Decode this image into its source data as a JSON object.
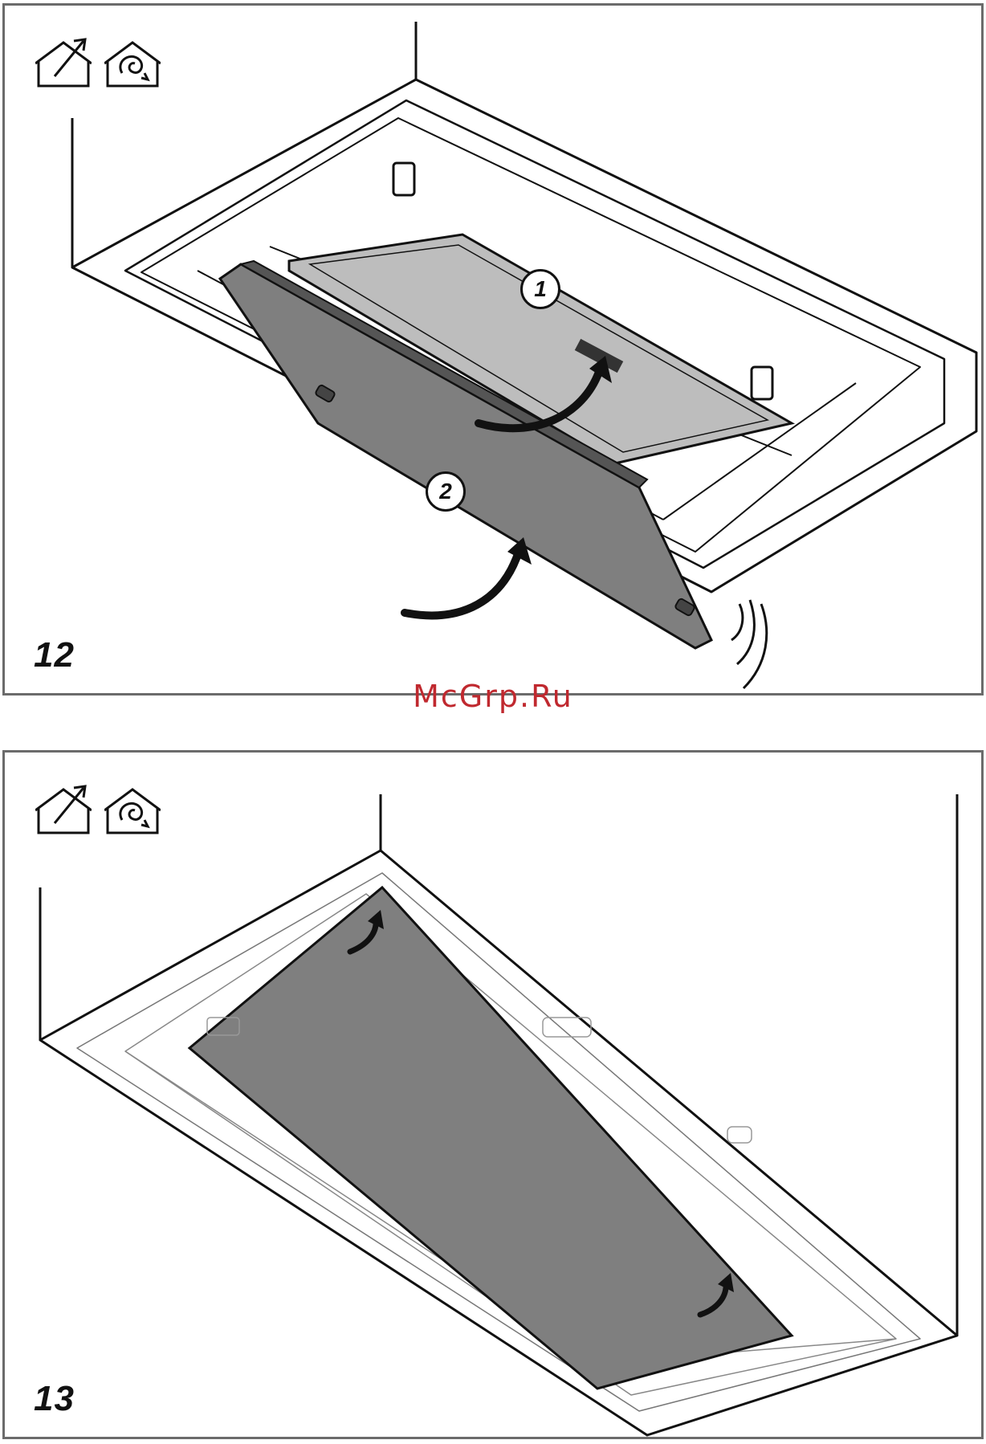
{
  "watermark": "McGrp.Ru",
  "figures": [
    {
      "number": "12",
      "callouts": [
        "1",
        "2"
      ],
      "icons": [
        "recirculation-house-icon",
        "extraction-house-icon"
      ]
    },
    {
      "number": "13",
      "icons": [
        "recirculation-house-icon",
        "extraction-house-icon"
      ]
    }
  ],
  "colors": {
    "panel_fill": "#7f7f7f",
    "filter_fill": "#bdbdbd",
    "watermark": "#c0292f",
    "border": "#6b6b6b"
  }
}
